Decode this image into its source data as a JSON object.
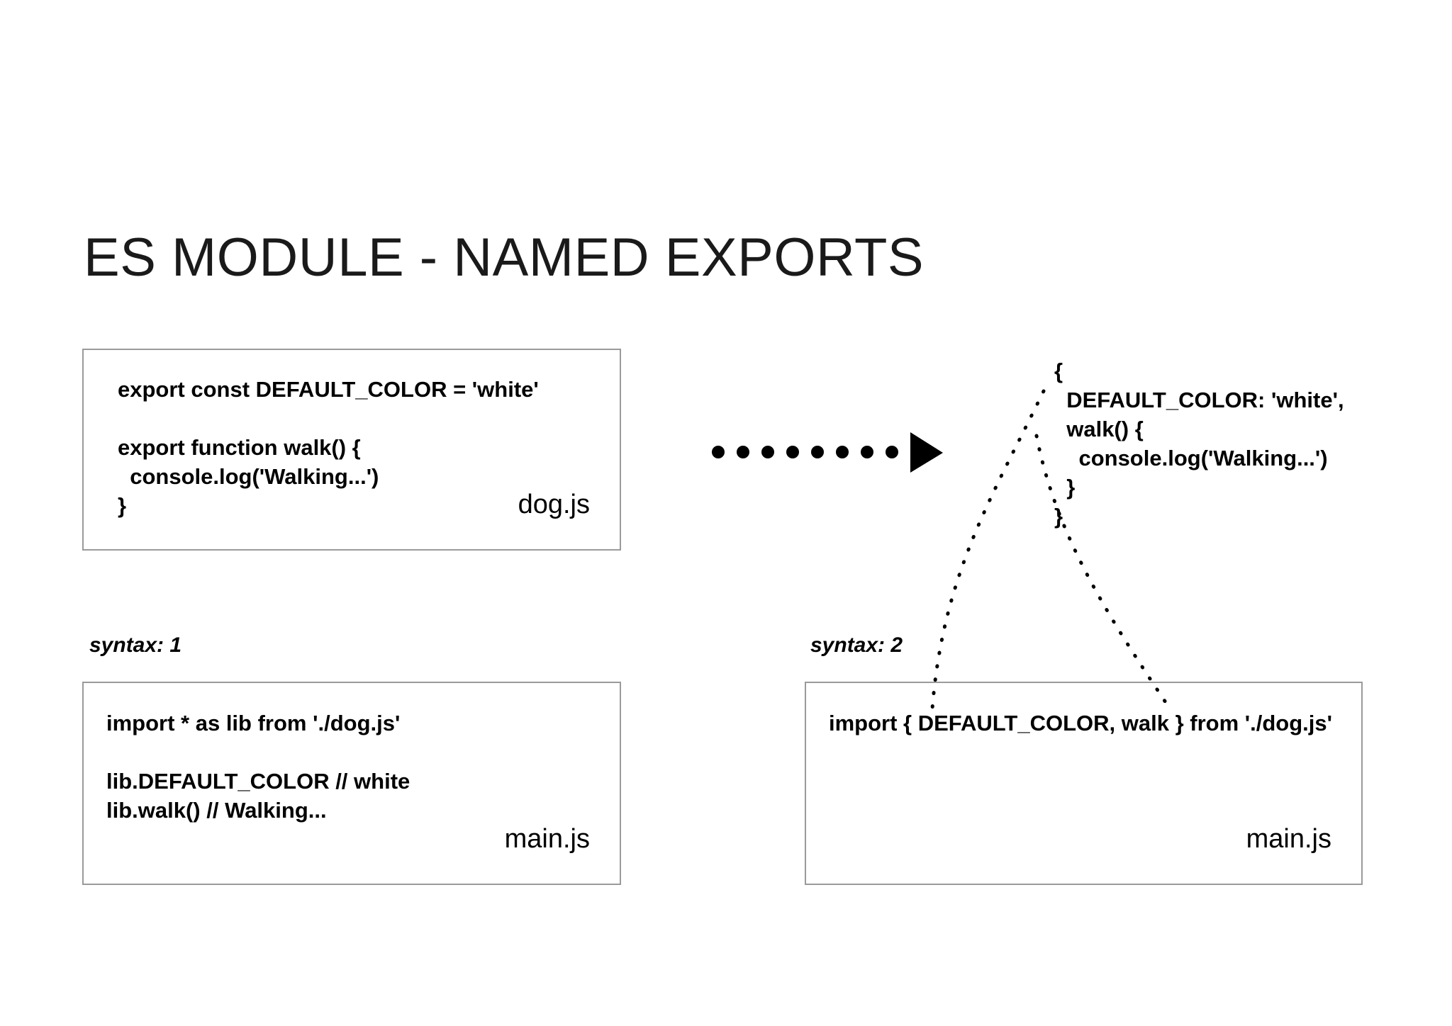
{
  "slide": {
    "title": "ES MODULE - NAMED EXPORTS"
  },
  "boxes": {
    "dog_export": {
      "code": "export const DEFAULT_COLOR = 'white'\n\nexport function walk() {\n  console.log('Walking...')\n}",
      "file_label": "dog.js"
    },
    "main_namespace_import": {
      "code": "import * as lib from './dog.js'\n\nlib.DEFAULT_COLOR // white\nlib.walk() // Walking...",
      "file_label": "main.js"
    },
    "main_named_import": {
      "code": "import { DEFAULT_COLOR, walk } from './dog.js'",
      "file_label": "main.js"
    }
  },
  "labels": {
    "syntax_1": "syntax: 1",
    "syntax_2": "syntax: 2"
  },
  "module_object": {
    "code": "{\n  DEFAULT_COLOR: 'white',\n  walk() {\n    console.log('Walking...')\n  }\n}"
  },
  "arrow": {
    "dot_count": 8,
    "direction": "right"
  },
  "colors": {
    "background": "#ffffff",
    "text": "#000000",
    "title": "#1a1a1a",
    "box_border": "#9a9a9a",
    "connector": "#000000"
  }
}
